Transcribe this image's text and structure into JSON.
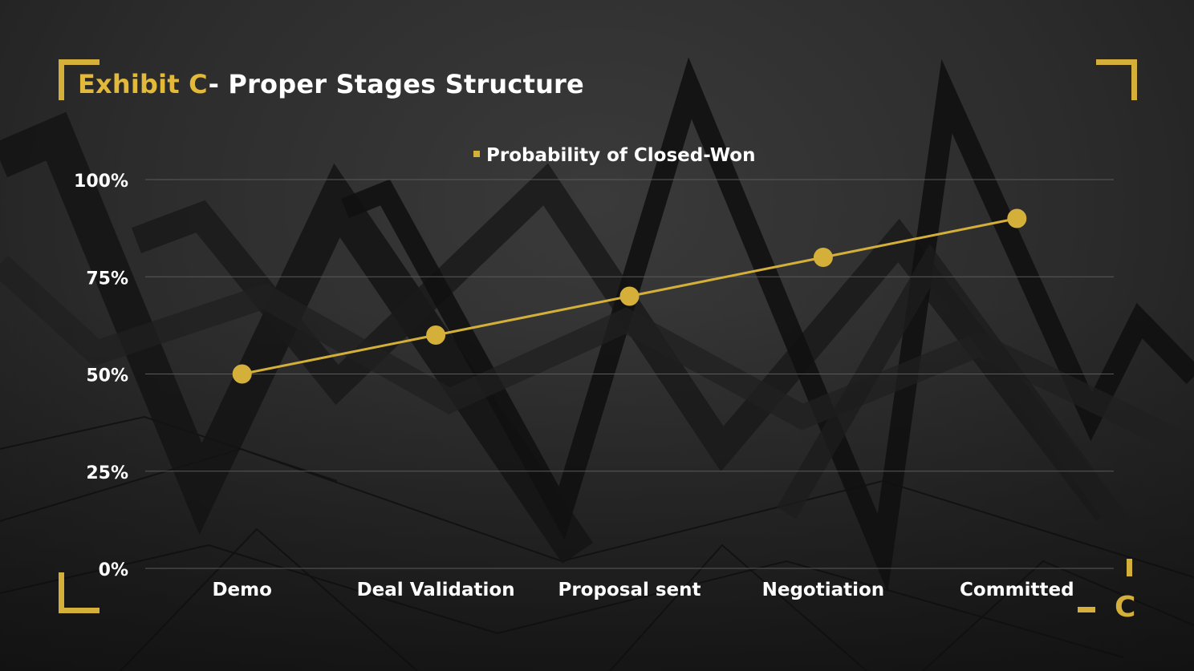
{
  "slide": {
    "title_accent": "Exhibit  C",
    "title_rest": "- Proper Stages Structure",
    "logo_glyph": "C",
    "colors": {
      "accent": "#e3b93a",
      "line": "#d4b03a",
      "text": "#ffffff",
      "grid": "#5a5a5a"
    }
  },
  "chart_data": {
    "type": "line",
    "title": "",
    "xlabel": "",
    "ylabel": "",
    "categories": [
      "Demo",
      "Deal Validation",
      "Proposal sent",
      "Negotiation",
      "Committed"
    ],
    "series": [
      {
        "name": "Probability of Closed-Won",
        "values": [
          0.5,
          0.6,
          0.7,
          0.8,
          0.9
        ],
        "color": "#d4b03a"
      }
    ],
    "ylim": [
      0,
      1
    ],
    "yticks": [
      0,
      0.25,
      0.5,
      0.75,
      1
    ],
    "ytick_labels": [
      "0%",
      "25%",
      "50%",
      "75%",
      "100%"
    ],
    "grid": true,
    "legend": "top-center"
  }
}
